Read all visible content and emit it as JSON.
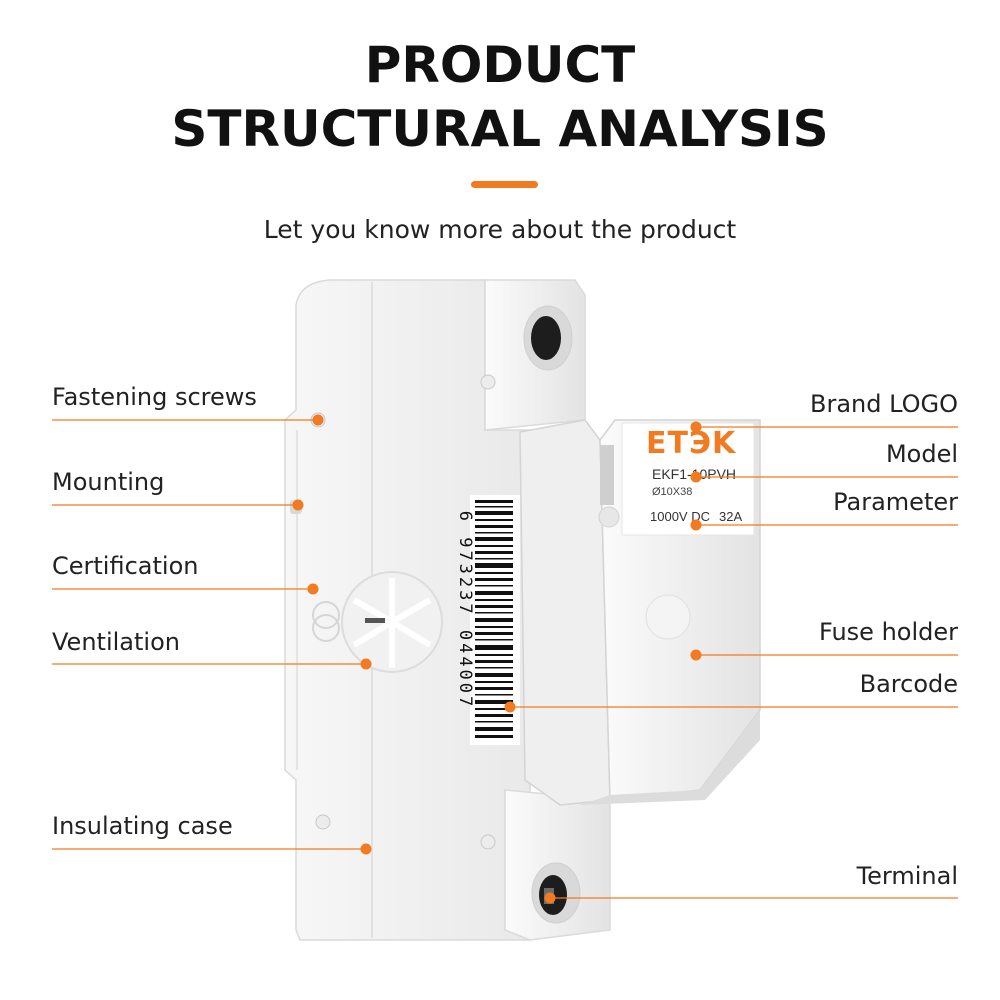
{
  "header": {
    "title_line1": "PRODUCT",
    "title_line2": "STRUCTURAL ANALYSIS",
    "subtitle": "Let you know more about the product"
  },
  "colors": {
    "accent": "#f27a21",
    "case": "#f3f3f3",
    "case_shadow": "#dcdcdc"
  },
  "product_labels": {
    "brand_logo": "ETЭK",
    "model": "EKF1-10PVH",
    "fuse_size": "Ø10X38",
    "rating_voltage": "1000V DC",
    "rating_current": "32A",
    "barcode_digits": "6 973237 044007"
  },
  "callouts_left": [
    {
      "id": "fastening-screws",
      "label": "Fastening screws"
    },
    {
      "id": "mounting",
      "label": "Mounting"
    },
    {
      "id": "certification",
      "label": "Certification"
    },
    {
      "id": "ventilation",
      "label": "Ventilation"
    },
    {
      "id": "insulating-case",
      "label": "Insulating case"
    }
  ],
  "callouts_right": [
    {
      "id": "brand-logo",
      "label": "Brand LOGO"
    },
    {
      "id": "model",
      "label": "Model"
    },
    {
      "id": "parameter",
      "label": "Parameter"
    },
    {
      "id": "fuse-holder",
      "label": "Fuse holder"
    },
    {
      "id": "barcode",
      "label": "Barcode"
    },
    {
      "id": "terminal",
      "label": "Terminal"
    }
  ]
}
